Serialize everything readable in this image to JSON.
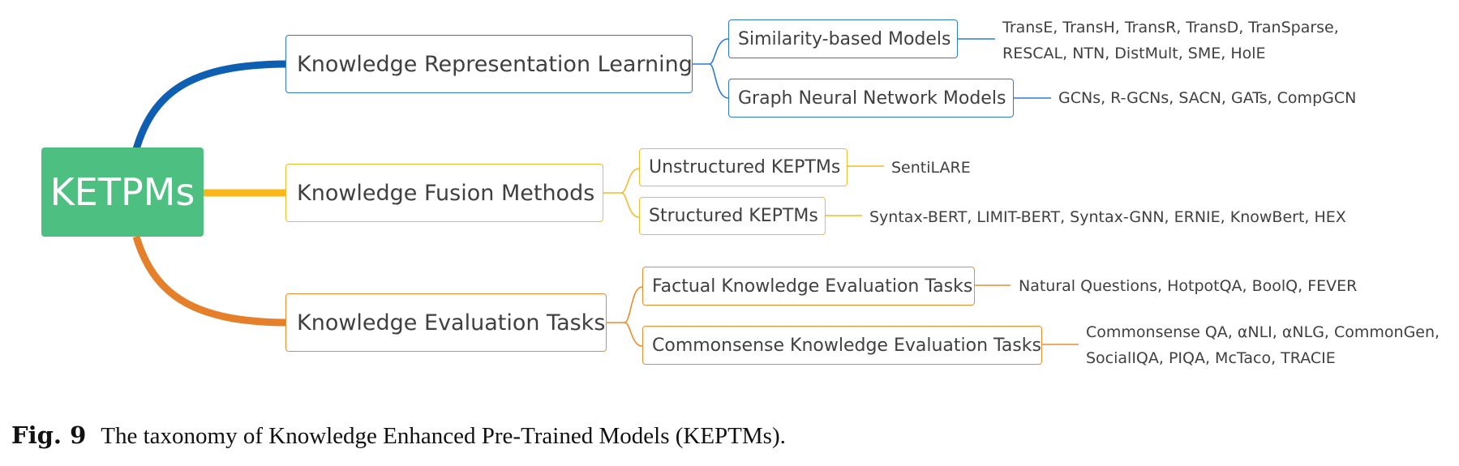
{
  "root": {
    "label": "KETPMs",
    "color": "#4dbf80"
  },
  "branches": [
    {
      "label": "Knowledge Representation Learning",
      "color": "#0e5fb2",
      "border": "#2d7ad6",
      "children": [
        {
          "label": "Similarity-based Models",
          "leaf": [
            "TransE, TransH, TransR, TransD, TranSparse,",
            "RESCAL, NTN, DistMult, SME, HolE"
          ]
        },
        {
          "label": "Graph Neural Network Models",
          "leaf": [
            "GCNs, R-GCNs, SACN, GATs, CompGCN"
          ]
        }
      ]
    },
    {
      "label": "Knowledge Fusion Methods",
      "color": "#f8b71b",
      "border": "#f4bb2a",
      "children": [
        {
          "label": "Unstructured KEPTMs",
          "leaf": [
            "SentiLARE"
          ]
        },
        {
          "label": "Structured KEPTMs",
          "leaf": [
            "Syntax-BERT, LIMIT-BERT, Syntax-GNN, ERNIE, KnowBert, HEX"
          ]
        }
      ]
    },
    {
      "label": "Knowledge Evaluation Tasks",
      "color": "#e57f29",
      "border": "#ee8a2e",
      "children": [
        {
          "label": "Factual Knowledge Evaluation Tasks",
          "leaf": [
            "Natural Questions, HotpotQA, BoolQ, FEVER"
          ]
        },
        {
          "label": "Commonsense Knowledge Evaluation Tasks",
          "leaf": [
            "Commonsense QA, αNLI, αNLG, CommonGen,",
            "SocialIQA, PIQA, McTaco, TRACIE"
          ]
        }
      ]
    }
  ],
  "caption": {
    "label": "Fig. 9",
    "text": "The taxonomy of Knowledge Enhanced Pre-Trained Models (KEPTMs)."
  }
}
